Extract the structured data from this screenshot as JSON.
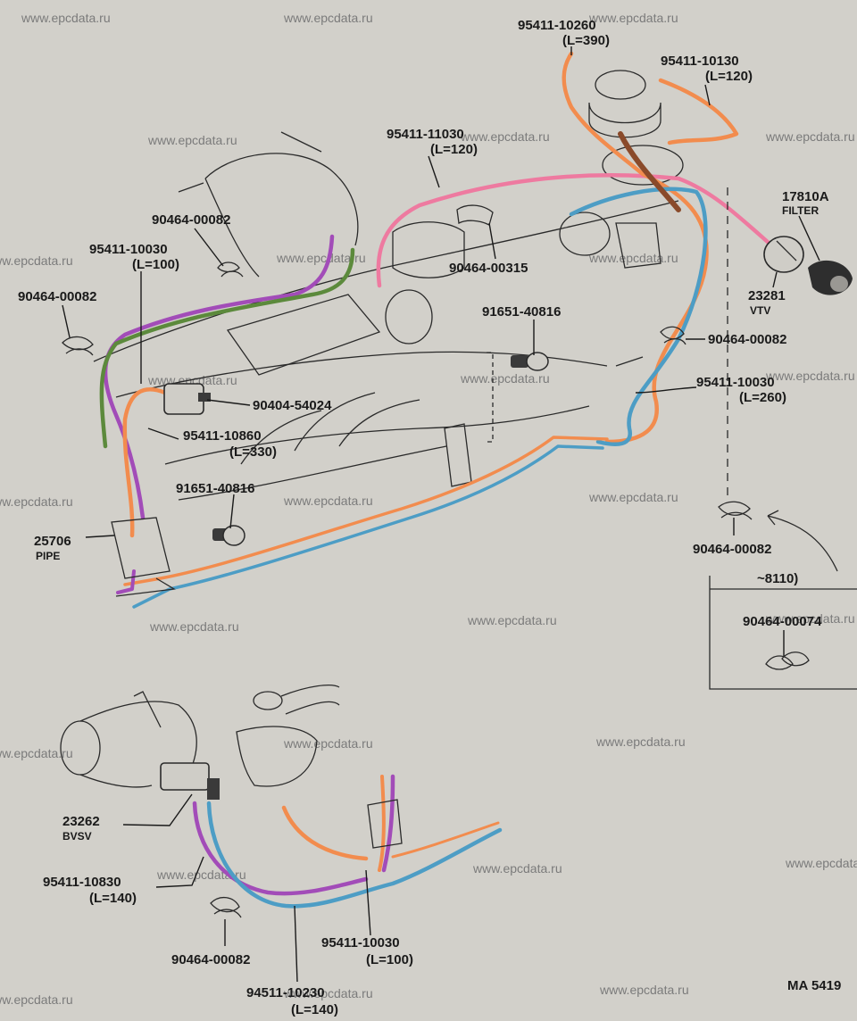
{
  "watermark": "www.epcdata.ru",
  "hose_colors": {
    "orange": "#f28c4e",
    "pink": "#ee7aa0",
    "purple": "#a24cb8",
    "blue": "#4d9dc5",
    "green": "#5c8a3c",
    "brown": "#8a4a2a"
  },
  "labels": {
    "p95411_10260": "95411-10260",
    "p95411_10260_len": "(L=390)",
    "p95411_10130": "95411-10130",
    "p95411_10130_len": "(L=120)",
    "p95411_11030": "95411-11030",
    "p95411_11030_len": "(L=120)",
    "p17810A": "17810A",
    "filter": "FILTER",
    "p90464_00082_a": "90464-00082",
    "p95411_10030_a": "95411-10030",
    "p95411_10030_a_len": "(L=100)",
    "p90464_00315": "90464-00315",
    "p23281": "23281",
    "vtv": "VTV",
    "p90464_00082_b": "90464-00082",
    "p91651_40816_a": "91651-40816",
    "p90464_00082_c": "90464-00082",
    "p95411_10030_b": "95411-10030",
    "p95411_10030_b_len": "(L=260)",
    "p90404_54024": "90404-54024",
    "p95411_10860": "95411-10860",
    "p95411_10860_len": "(L=330)",
    "p91651_40816_b": "91651-40816",
    "p25706": "25706",
    "pipe": "PIPE",
    "p90464_00082_d": "90464-00082",
    "range": "~8110)",
    "p90464_00074": "90464-00074",
    "p23262": "23262",
    "bvsv": "BVSV",
    "p95411_10830": "95411-10830",
    "p95411_10830_len": "(L=140)",
    "p90464_00082_e": "90464-00082",
    "p95411_10030_c": "95411-10030",
    "p95411_10030_c_len": "(L=100)",
    "p94511_10230": "94511-10230",
    "p94511_10230_len": "(L=140)",
    "page_ref": "MA 5419"
  }
}
